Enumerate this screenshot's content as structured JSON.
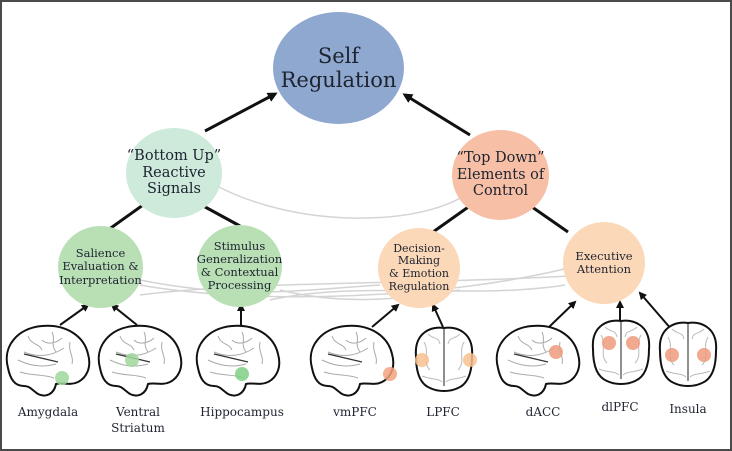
{
  "diagram": {
    "title_node": {
      "label": "Self\nRegulation",
      "color": "#8fa8cf"
    },
    "level2": [
      {
        "id": "bottom-up",
        "label": "“Bottom Up”\nReactive\nSignals",
        "color": "#cdeadb"
      },
      {
        "id": "top-down",
        "label": "“Top Down”\nElements of\nControl",
        "color": "#f7c0a6"
      }
    ],
    "level3": [
      {
        "id": "salience",
        "label": "Salience\nEvaluation &\nInterpretation",
        "parent": "bottom-up",
        "color": "#b9dfb5"
      },
      {
        "id": "stimulus",
        "label": "Stimulus\nGeneralization\n& Contextual\nProcessing",
        "parent": "bottom-up",
        "color": "#b9dfb5"
      },
      {
        "id": "decision",
        "label": "Decision-Making\n& Emotion\nRegulation",
        "parent": "top-down",
        "color": "#fbd8b7"
      },
      {
        "id": "executive",
        "label": "Executive\nAttention",
        "parent": "top-down",
        "color": "#fbd8b7"
      }
    ],
    "brain_regions": [
      {
        "id": "amygdala",
        "label": "Amygdala",
        "view": "lateral",
        "parent": "salience",
        "highlight": "#9fd89a"
      },
      {
        "id": "ventral-striatum",
        "label": "Ventral\nStriatum",
        "view": "lateral",
        "parent": "salience",
        "highlight": "#9fd89a"
      },
      {
        "id": "hippocampus",
        "label": "Hippocampus",
        "view": "lateral",
        "parent": "stimulus",
        "highlight": "#7fcf86"
      },
      {
        "id": "vmpfc",
        "label": "vmPFC",
        "view": "lateral",
        "parent": "decision",
        "highlight": "#f2a27e"
      },
      {
        "id": "lpfc",
        "label": "LPFC",
        "view": "coronal",
        "parent": "decision",
        "highlight": "#f8c08e"
      },
      {
        "id": "dacc",
        "label": "dACC",
        "view": "lateral",
        "parent": "executive",
        "highlight": "#ee9a7c"
      },
      {
        "id": "dlpfc",
        "label": "dlPFC",
        "view": "coronal",
        "parent": "executive",
        "highlight": "#ee9a7c"
      },
      {
        "id": "insula",
        "label": "Insula",
        "view": "coronal",
        "parent": "executive",
        "highlight": "#ee9a7c"
      }
    ]
  }
}
